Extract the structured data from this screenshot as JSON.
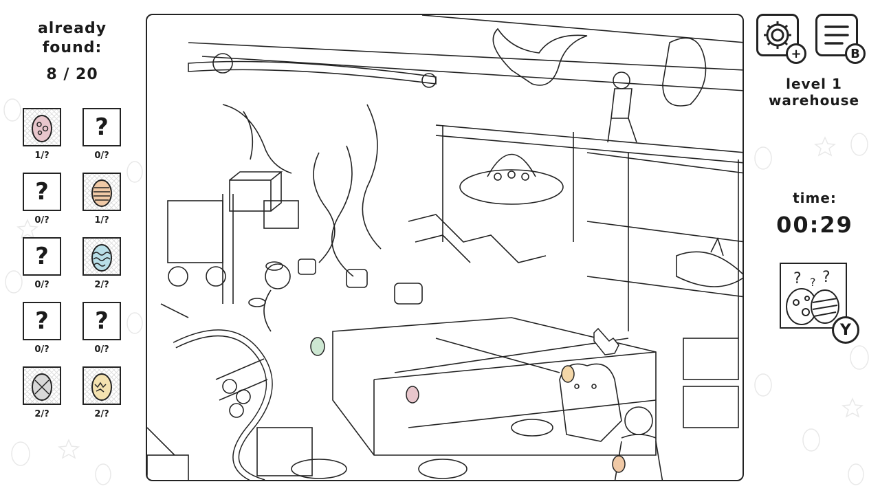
{
  "found": {
    "heading": "already found:",
    "count": "8 / 20"
  },
  "eggs": [
    {
      "found": true,
      "count": "1/?",
      "color": "#e8c6cc",
      "pattern": "spots"
    },
    {
      "found": false,
      "count": "0/?",
      "placeholder": "?"
    },
    {
      "found": false,
      "count": "0/?",
      "placeholder": "?"
    },
    {
      "found": true,
      "count": "1/?",
      "color": "#f0c9a6",
      "pattern": "stripes"
    },
    {
      "found": false,
      "count": "0/?",
      "placeholder": "?"
    },
    {
      "found": true,
      "count": "2/?",
      "color": "#b9dfe8",
      "pattern": "waves"
    },
    {
      "found": false,
      "count": "0/?",
      "placeholder": "?"
    },
    {
      "found": false,
      "count": "0/?",
      "placeholder": "?"
    },
    {
      "found": true,
      "count": "2/?",
      "color": "#d8d8d8",
      "pattern": "cross"
    },
    {
      "found": true,
      "count": "2/?",
      "color": "#f4e2b0",
      "pattern": "cracks"
    }
  ],
  "buttons": {
    "settings": {
      "icon": "gear-icon",
      "badge": "+"
    },
    "list": {
      "icon": "list-icon",
      "badge": "B"
    },
    "hint": {
      "icon": "hint-eggs-icon",
      "badge": "Y",
      "marks": "? ? ?"
    }
  },
  "level": {
    "line1": "level 1",
    "line2": "warehouse"
  },
  "timer": {
    "label": "time:",
    "value": "00:29"
  },
  "colors": {
    "outline": "#1a1a1a",
    "background": "#ffffff"
  }
}
